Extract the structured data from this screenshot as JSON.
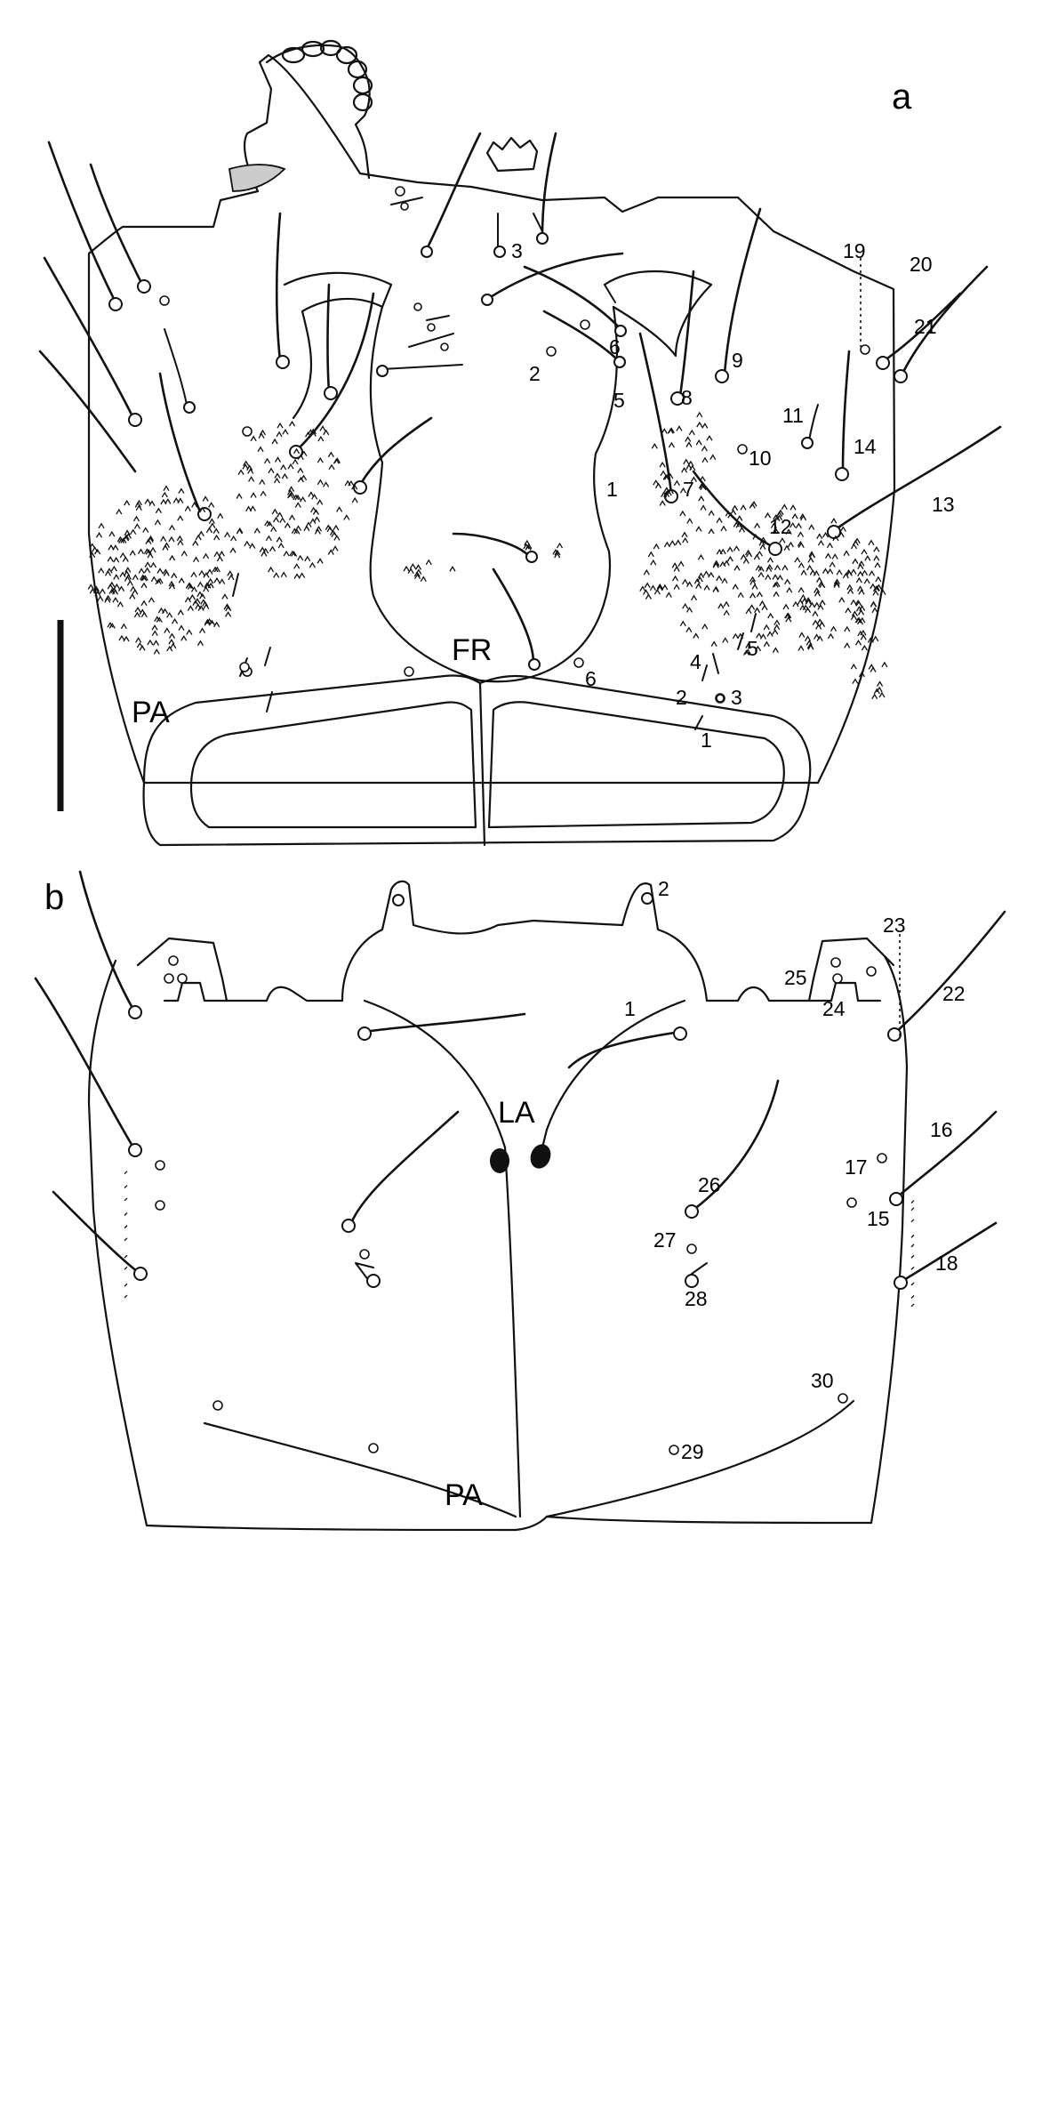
{
  "figure": {
    "panel_a": {
      "letter": "a",
      "regions": {
        "frons": "FR",
        "parietal": "PA"
      },
      "setae_numbers": [
        "1",
        "2",
        "3",
        "5",
        "6",
        "7",
        "8",
        "9",
        "10",
        "11",
        "12",
        "13",
        "14",
        "19",
        "20",
        "21"
      ],
      "small_numbers": [
        "1",
        "2",
        "3",
        "4",
        "5",
        "6"
      ]
    },
    "panel_b": {
      "letter": "b",
      "regions": {
        "labrum": "LA",
        "parietal": "PA"
      },
      "setae_numbers": [
        "1",
        "2",
        "15",
        "16",
        "17",
        "18",
        "22",
        "23",
        "24",
        "25",
        "26",
        "27",
        "28",
        "29",
        "30"
      ]
    }
  }
}
